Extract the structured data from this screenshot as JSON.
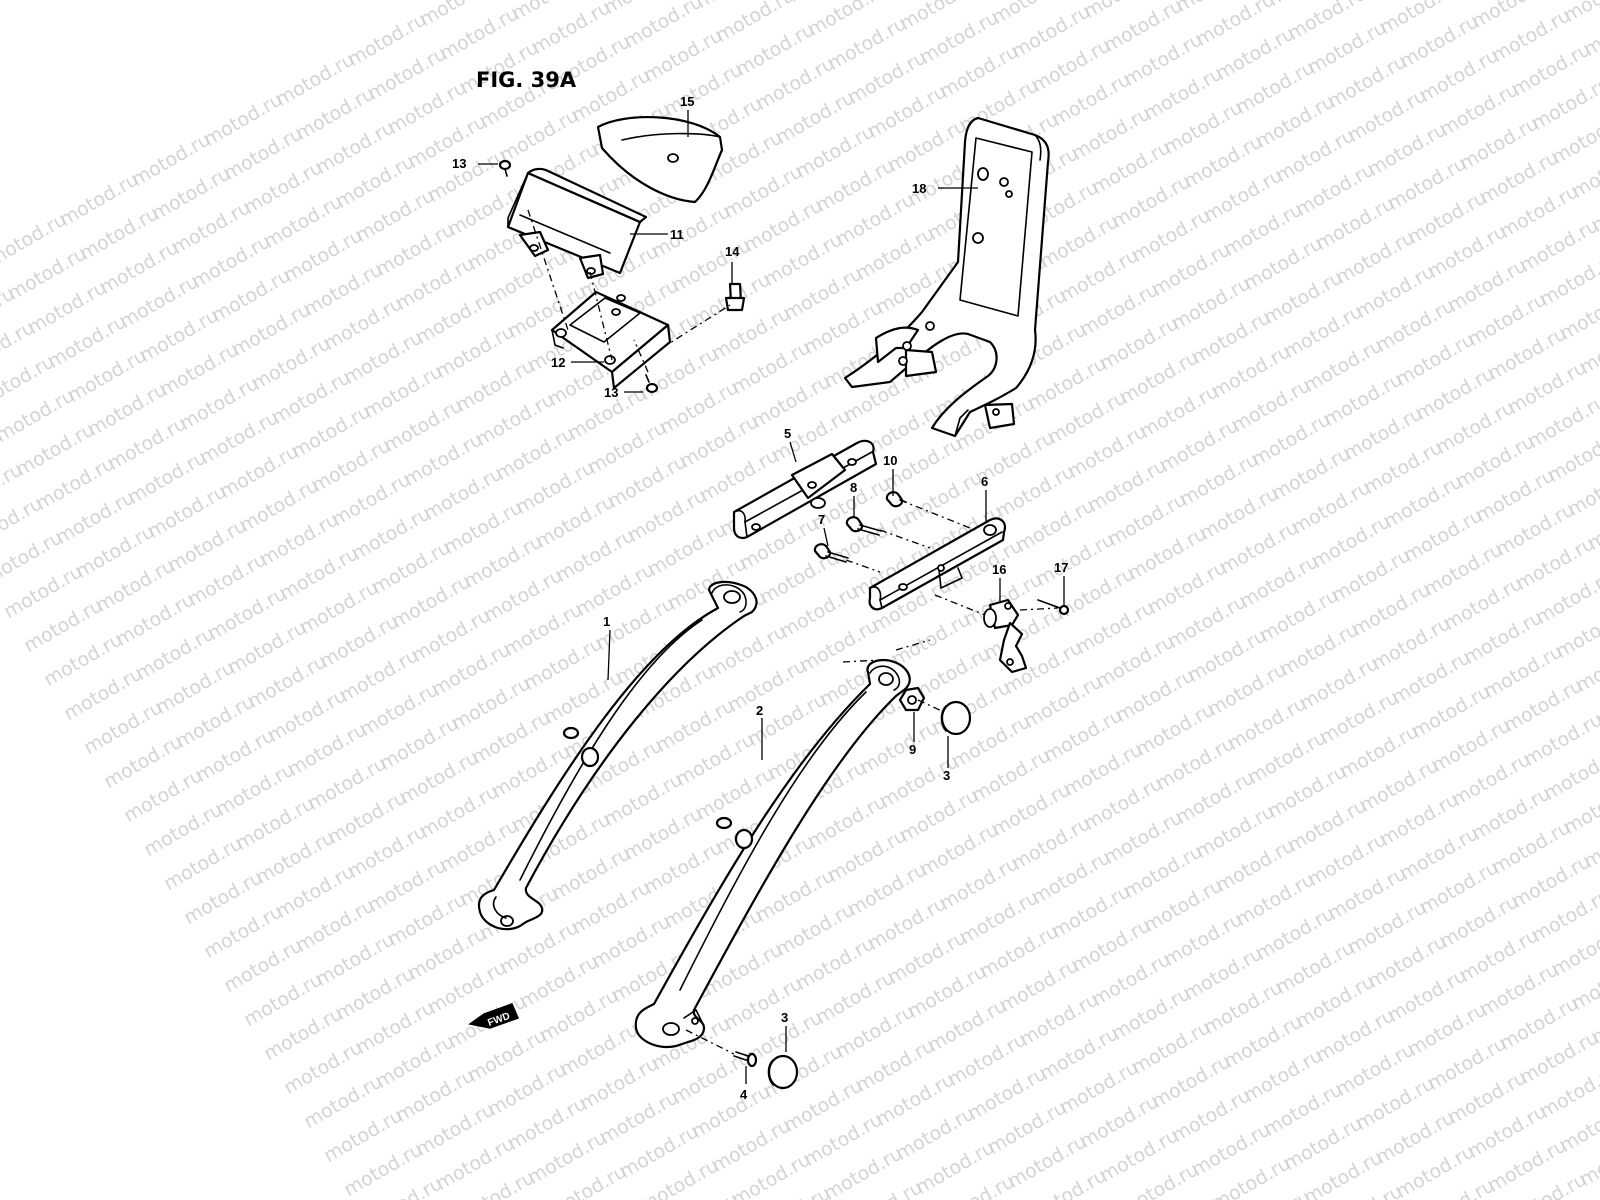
{
  "figure_title": "FIG. 39A",
  "watermark_text": "motod.ru",
  "direction_marker": "FWD",
  "callouts": {
    "p1": "1",
    "p2": "2",
    "p3a": "3",
    "p3b": "3",
    "p4": "4",
    "p5": "5",
    "p6": "6",
    "p7": "7",
    "p8": "8",
    "p9": "9",
    "p10": "10",
    "p11": "11",
    "p12": "12",
    "p13a": "13",
    "p13b": "13",
    "p14": "14",
    "p15": "15",
    "p16": "16",
    "p17": "17",
    "p18": "18"
  }
}
